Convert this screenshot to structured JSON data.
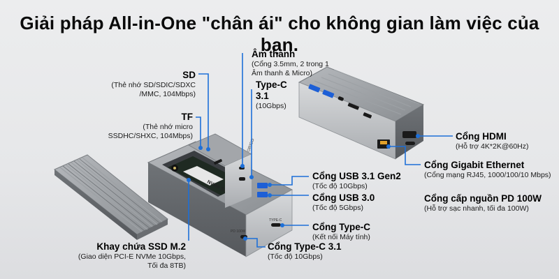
{
  "headline": "Giải pháp All-in-One \"chân ái\" cho không gian làm việc của bạn.",
  "callouts": {
    "audio": {
      "title": "Âm thanh",
      "desc": "(Cổng 3.5mm, 2 trong 1\nÂm thanh & Micro)"
    },
    "sd": {
      "title": "SD",
      "desc": "(Thẻ nhớ SD/SDIC/SDXC\n/MMC, 104Mbps)"
    },
    "typec31_top": {
      "title": "Type-C\n3.1",
      "desc": "(10Gbps)"
    },
    "tf": {
      "title": "TF",
      "desc": "(Thẻ nhớ micro\nSSDHC/SHXC, 104Mbps)"
    },
    "hdmi": {
      "title": "Cổng HDMI",
      "desc": "(Hỗ trợ 4K*2K@60Hz)"
    },
    "ethernet": {
      "title": "Cổng Gigabit Ethernet",
      "desc": "(Cổng mạng RJ45, 1000/100/10 Mbps)"
    },
    "usb31": {
      "title": "Cổng USB 3.1 Gen2",
      "desc": "(Tốc độ 10Gbps)"
    },
    "usb30": {
      "title": "Cổng USB 3.0",
      "desc": "(Tốc độ 5Gbps)"
    },
    "pd": {
      "title": "Cổng cấp nguồn PD 100W",
      "desc": "(Hỗ trợ sạc nhanh, tối đa 100W)"
    },
    "typec": {
      "title": "Cổng Type-C",
      "desc": "(Kết nối Máy tính)"
    },
    "typec31_bottom": {
      "title": "Cổng Type-C 3.1",
      "desc": "(Tốc độ 10Gbps)"
    },
    "ssd": {
      "title": "Khay chứa SSD M.2",
      "desc": "(Giao diện PCI-E NVMe 10Gbps,\nTối đa 8TB)"
    }
  },
  "device_text": {
    "ssd_label": "NVMe SSD",
    "brand": "ORICO",
    "pd_port_label": "PD 100W",
    "typec_port_label": "TYPE-C"
  },
  "colors": {
    "accent_line": "#1d6fd8",
    "body_metal": "#8f9397"
  }
}
